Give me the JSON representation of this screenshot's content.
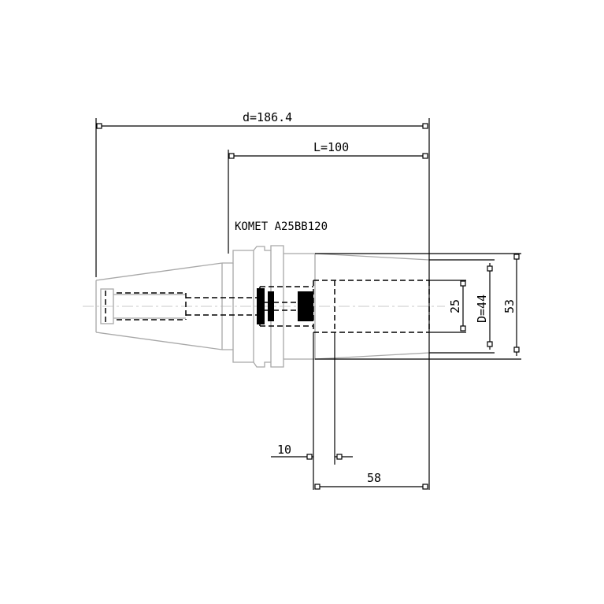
{
  "drawing": {
    "product_label": "KOMET A25BB120",
    "dimensions": {
      "overall_length": "d=186.4",
      "gauge_length": "L=100",
      "bore_diameter": "25",
      "body_diameter": "D=44",
      "outer_diameter": "53",
      "offset": "10",
      "depth": "58"
    }
  }
}
